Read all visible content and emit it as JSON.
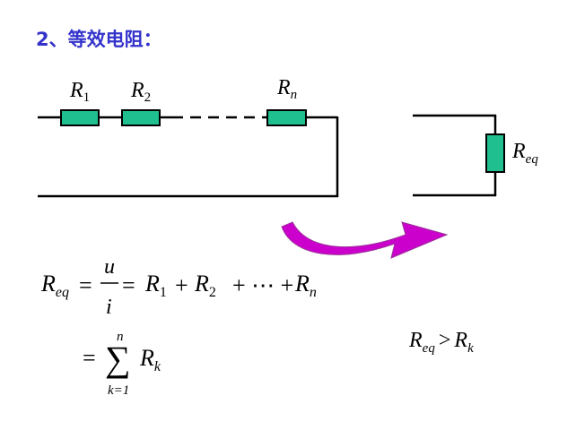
{
  "title": "2、等效电阻：",
  "circuit": {
    "r1_symbol": "R",
    "r1_sub": "1",
    "r2_symbol": "R",
    "r2_sub": "2",
    "rn_symbol": "R",
    "rn_sub": "n",
    "req_symbol": "R",
    "req_sub": "eq"
  },
  "colors": {
    "resistor_fill": "#1fbf8f",
    "wire": "#000000",
    "arrow_fill": "#cc00cc",
    "title": "#3333cc"
  },
  "formula": {
    "lhs_symbol": "R",
    "lhs_sub": "eq",
    "equals": "=",
    "frac_num": "u",
    "frac_den": "i",
    "t1_symbol": "R",
    "t1_sub": "1",
    "plus": "+",
    "t2_symbol": "R",
    "t2_sub": "2",
    "ellipsis": "+ ⋯ +",
    "tn_symbol": "R",
    "tn_sub": "n",
    "sum_sign": "∑",
    "sum_upper": "n",
    "sum_lower": "k=1",
    "sum_term_symbol": "R",
    "sum_term_sub": "k",
    "inequality_lhs_symbol": "R",
    "inequality_lhs_sub": "eq",
    "inequality_op": ">",
    "inequality_rhs_symbol": "R",
    "inequality_rhs_sub": "k"
  }
}
